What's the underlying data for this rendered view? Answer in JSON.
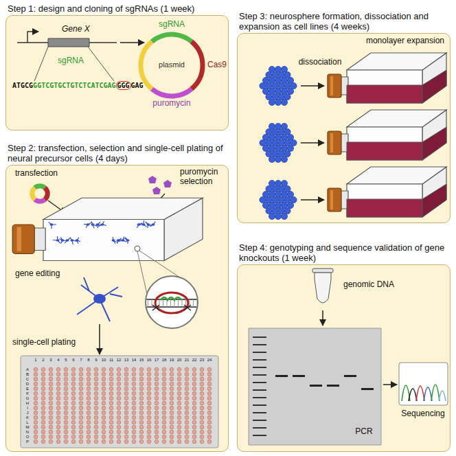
{
  "diagram": {
    "nodes": [
      {
        "text": [
          "Step 1: design and cloning of sgRNAs (1 week)"
        ]
      },
      {
        "text": [
          "Step 2: transfection, selection and single-cell plating of neural precursor cells (4 days)"
        ]
      },
      {
        "text": [
          "Step 3: neurosphere formation, dissociation and expansion as cell lines (4 weeks)"
        ]
      },
      {
        "text": [
          "Step 4: genotyping and sequence validation of gene knockouts (1 week)"
        ]
      }
    ],
    "labels": [
      "Gene X",
      "sgRNA",
      "ATGCG",
      "GGTCGTGCTGTCTCATCGAG",
      "GGG",
      "GAG",
      "sgRNA",
      "Cas9",
      "plasmid",
      "puromycin",
      "transfection",
      "puromycin selection",
      "gene editing",
      "single-cell plating",
      "1",
      "2",
      "3",
      "4",
      "5",
      "6",
      "7",
      "8",
      "9",
      "10",
      "11",
      "12",
      "13",
      "14",
      "15",
      "16",
      "17",
      "18",
      "19",
      "20",
      "21",
      "22",
      "23",
      "24",
      "A",
      "B",
      "C",
      "D",
      "E",
      "F",
      "G",
      "H",
      "I",
      "J",
      "K",
      "L",
      "M",
      "N",
      "O",
      "P",
      "dissociation",
      "monolayer expansion",
      "genomic DNA",
      "PCR",
      "Sequencing"
    ]
  }
}
